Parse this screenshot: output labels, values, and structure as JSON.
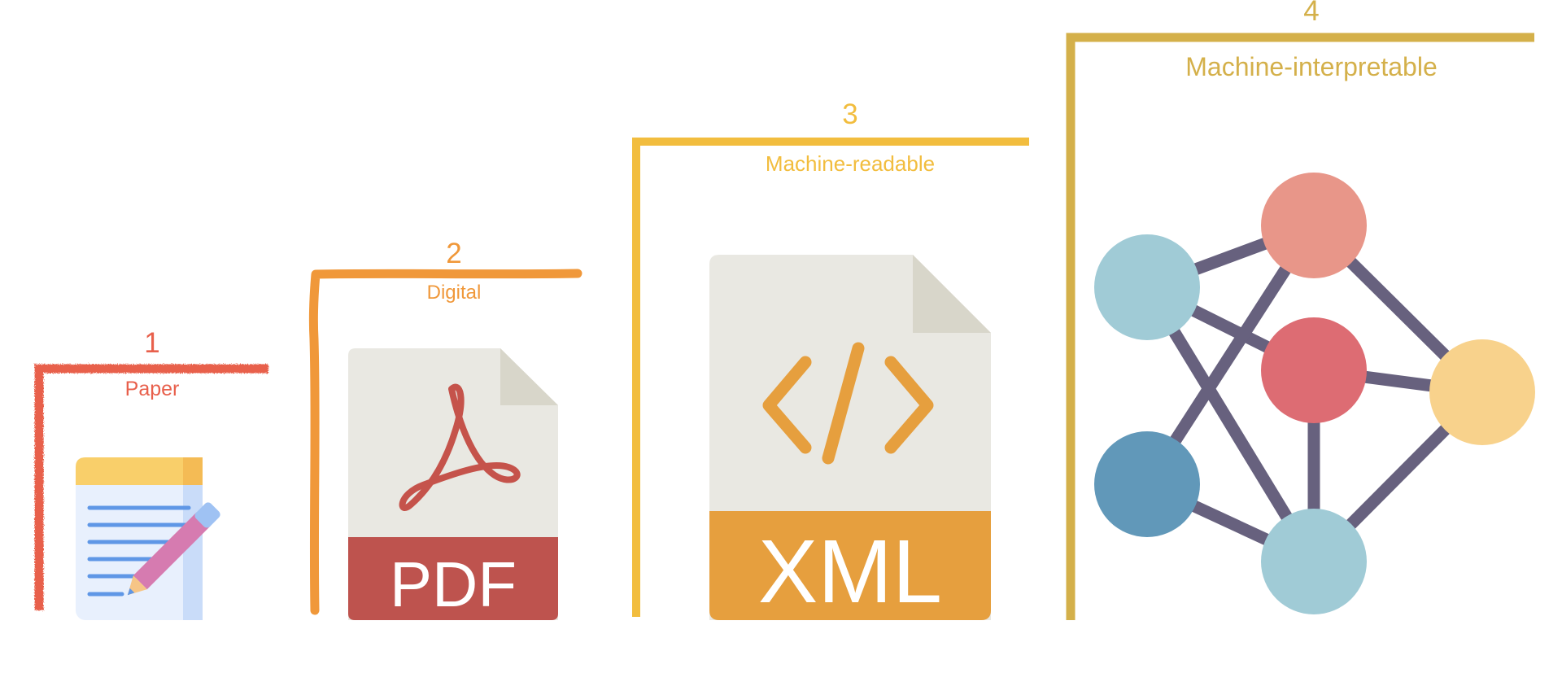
{
  "colors": {
    "stage1": "#E8604C",
    "stage2": "#F0983A",
    "stage3": "#F2BD3E",
    "stage4": "#D4B04A"
  },
  "stages": [
    {
      "number": "1",
      "label": "Paper",
      "icon": "notepad-pencil-icon"
    },
    {
      "number": "2",
      "label": "Digital",
      "icon": "pdf-file-icon",
      "icon_text": "PDF"
    },
    {
      "number": "3",
      "label": "Machine-readable",
      "icon": "xml-file-icon",
      "icon_text": "XML"
    },
    {
      "number": "4",
      "label": "Machine-interpretable",
      "icon": "knowledge-graph-icon"
    }
  ]
}
